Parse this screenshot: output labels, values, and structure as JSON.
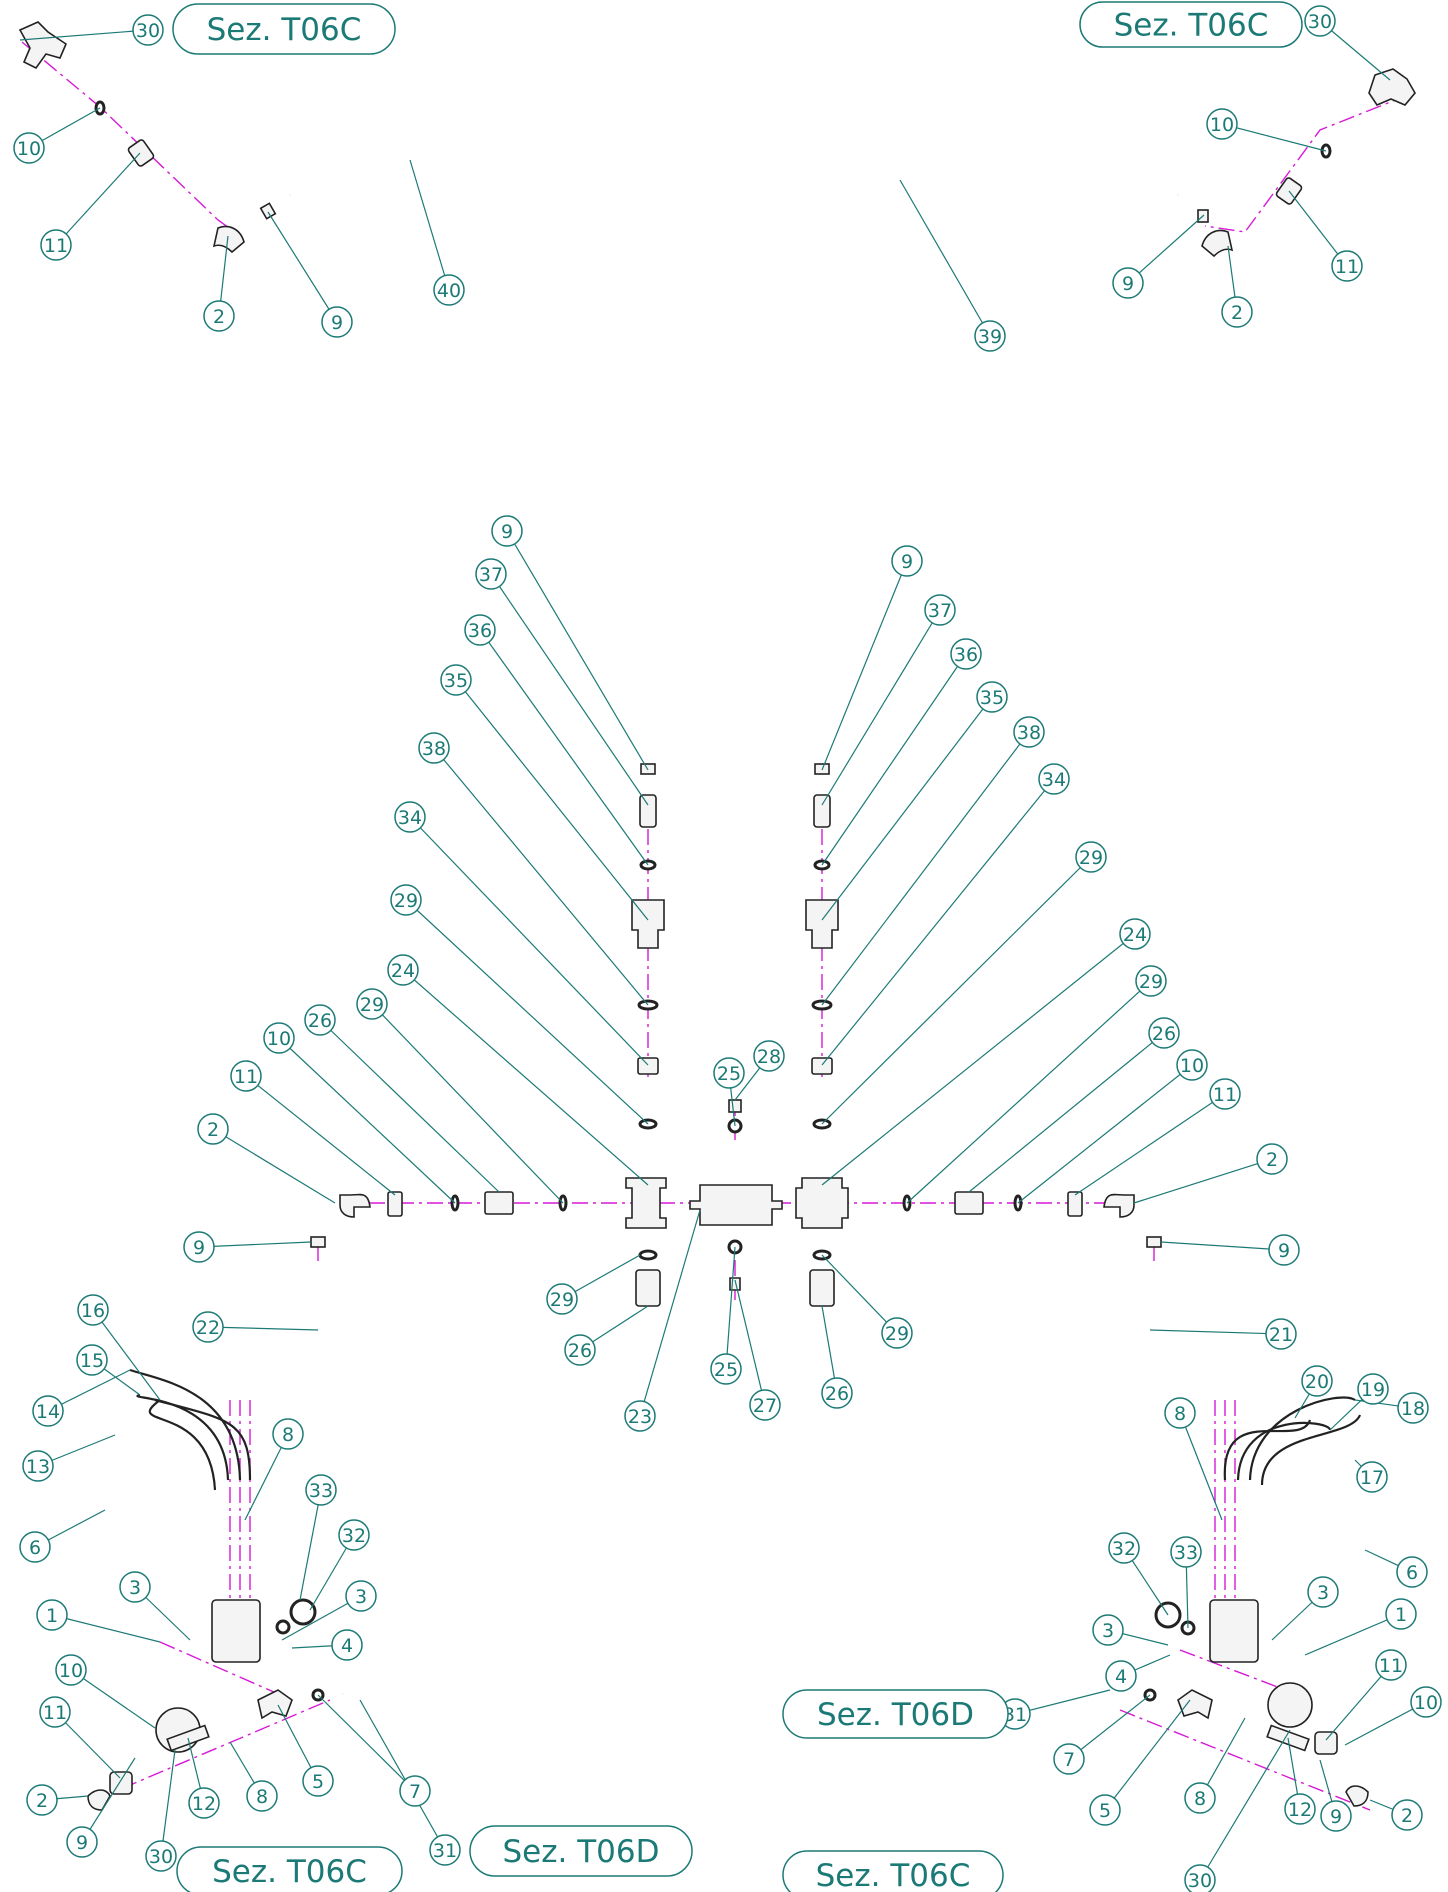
{
  "callouts": [
    "30",
    "10",
    "11",
    "2",
    "9",
    "40",
    "30",
    "10",
    "11",
    "9",
    "2",
    "39",
    "9",
    "37",
    "36",
    "35",
    "38",
    "34",
    "29",
    "24",
    "29",
    "26",
    "10",
    "11",
    "2",
    "9",
    "37",
    "36",
    "35",
    "38",
    "34",
    "29",
    "24",
    "29",
    "26",
    "10",
    "11",
    "2",
    "28",
    "25",
    "25",
    "27",
    "23",
    "29",
    "26",
    "29",
    "26",
    "9",
    "22",
    "9",
    "21",
    "16",
    "15",
    "14",
    "13",
    "6",
    "8",
    "33",
    "32",
    "3",
    "3",
    "1",
    "4",
    "10",
    "11",
    "2",
    "9",
    "30",
    "12",
    "8",
    "5",
    "7",
    "31",
    "20",
    "19",
    "18",
    "17",
    "6",
    "8",
    "32",
    "33",
    "3",
    "3",
    "4",
    "1",
    "11",
    "10",
    "31",
    "7",
    "5",
    "8",
    "12",
    "9",
    "2",
    "30"
  ],
  "sections": [
    "Sez. T06C",
    "Sez. T06C",
    "Sez. T06C",
    "Sez. T06D",
    "Sez. T06D",
    "Sez. T06C"
  ],
  "colors": {
    "callout": "#1c7a76",
    "axis": "#d61ad6",
    "line": "#222222"
  }
}
